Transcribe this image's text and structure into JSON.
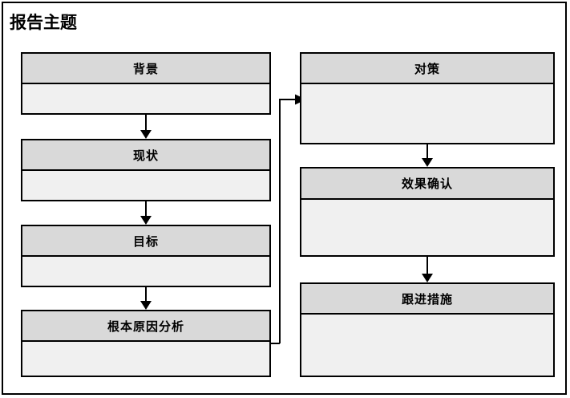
{
  "diagram": {
    "title": "报告主题",
    "colors": {
      "header_fill": "#d9d9d9",
      "body_fill": "#f0f0f0",
      "border": "#000000",
      "page_background": "#ffffff"
    },
    "left_column": [
      {
        "label": "背景",
        "body_text": ""
      },
      {
        "label": "现状",
        "body_text": ""
      },
      {
        "label": "目标",
        "body_text": ""
      },
      {
        "label": "根本原因分析",
        "body_text": ""
      }
    ],
    "right_column": [
      {
        "label": "对策",
        "body_text": ""
      },
      {
        "label": "效果确认",
        "body_text": ""
      },
      {
        "label": "跟进措施",
        "body_text": ""
      }
    ],
    "connectors": [
      {
        "from": "背景",
        "to": "现状",
        "kind": "down-arrow"
      },
      {
        "from": "现状",
        "to": "目标",
        "kind": "down-arrow"
      },
      {
        "from": "目标",
        "to": "根本原因分析",
        "kind": "down-arrow"
      },
      {
        "from": "根本原因分析",
        "to": "对策",
        "kind": "elbow-arrow"
      },
      {
        "from": "对策",
        "to": "效果确认",
        "kind": "down-arrow"
      },
      {
        "from": "效果确认",
        "to": "跟进措施",
        "kind": "down-arrow"
      }
    ]
  }
}
